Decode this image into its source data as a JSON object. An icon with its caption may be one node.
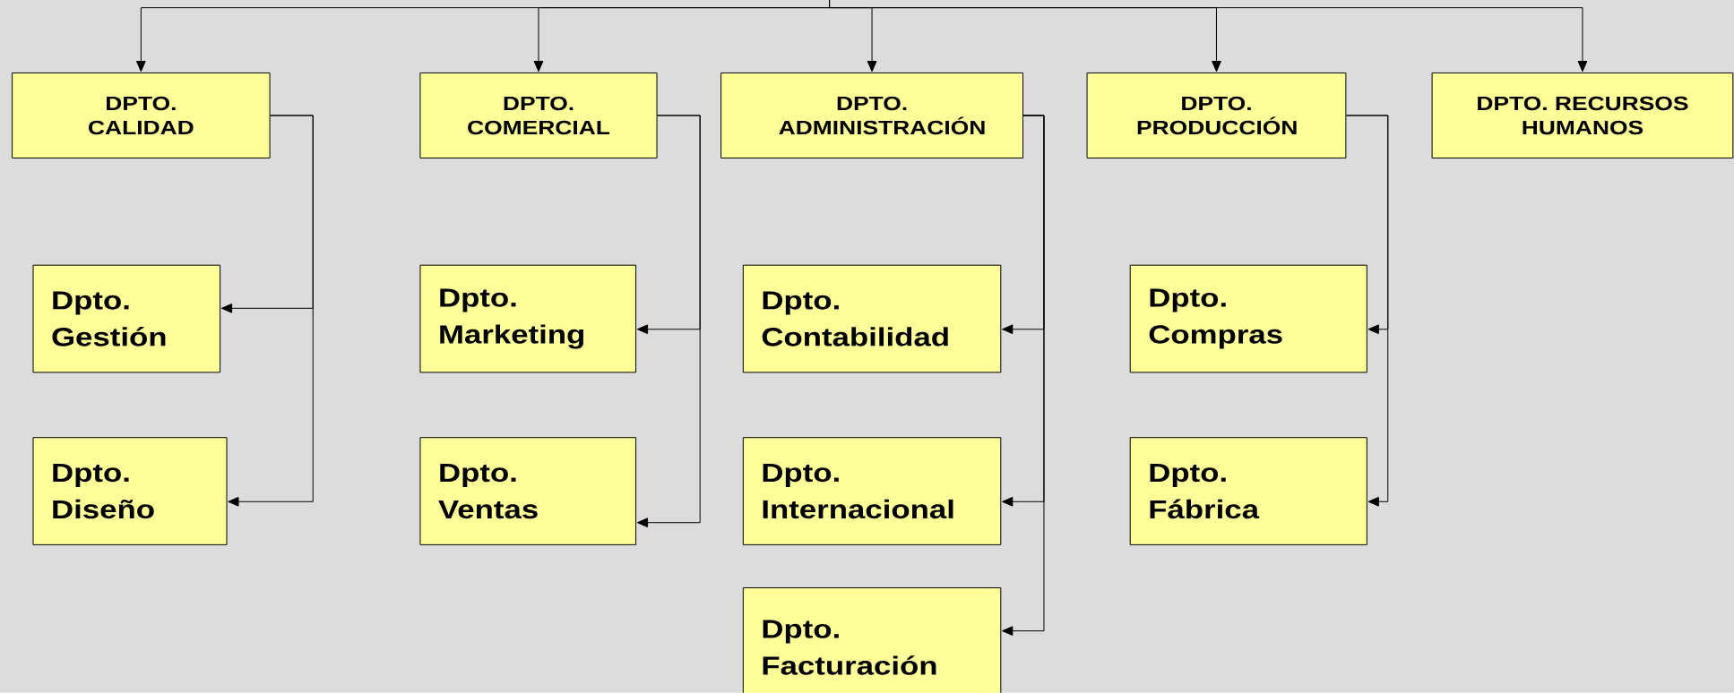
{
  "diagram": {
    "nodes": [
      {
        "text": [
          "DPTO. CALIDAD"
        ]
      },
      {
        "text": [
          "DPTO. COMERCIAL"
        ]
      },
      {
        "text": [
          "DPTO. ADMINISTRACIÓN"
        ]
      },
      {
        "text": [
          "DPTO. PRODUCCIÓN"
        ]
      },
      {
        "text": [
          "DPTO. RECURSOS HUMANOS"
        ]
      },
      {
        "text": [
          "Dpto. Gestión"
        ]
      },
      {
        "text": [
          "Dpto. Diseño"
        ]
      },
      {
        "text": [
          "Dpto. Marketing"
        ]
      },
      {
        "text": [
          "Dpto. Ventas"
        ]
      },
      {
        "text": [
          "Dpto. Contabilidad"
        ]
      },
      {
        "text": [
          "Dpto. Internacional"
        ]
      },
      {
        "text": [
          "Dpto. Facturación"
        ]
      },
      {
        "text": [
          "Dpto. Compras"
        ]
      },
      {
        "text": [
          "Dpto. Fábrica"
        ]
      }
    ],
    "edges": [
      {
        "from": null,
        "to": 0,
        "arrow": "to"
      },
      {
        "from": null,
        "to": 1,
        "arrow": "to"
      },
      {
        "from": null,
        "to": 2,
        "arrow": "to"
      },
      {
        "from": null,
        "to": 3,
        "arrow": "to"
      },
      {
        "from": null,
        "to": 4,
        "arrow": "to"
      },
      {
        "from": 0,
        "to": 5,
        "arrow": "to"
      },
      {
        "from": 0,
        "to": 6,
        "arrow": "to"
      },
      {
        "from": 1,
        "to": 7,
        "arrow": "to"
      },
      {
        "from": 1,
        "to": 8,
        "arrow": "to"
      },
      {
        "from": 2,
        "to": 9,
        "arrow": "to"
      },
      {
        "from": 2,
        "to": 10,
        "arrow": "to"
      },
      {
        "from": 2,
        "to": 11,
        "arrow": "to"
      },
      {
        "from": 3,
        "to": 12,
        "arrow": "to"
      },
      {
        "from": 3,
        "to": 13,
        "arrow": "to"
      }
    ]
  }
}
